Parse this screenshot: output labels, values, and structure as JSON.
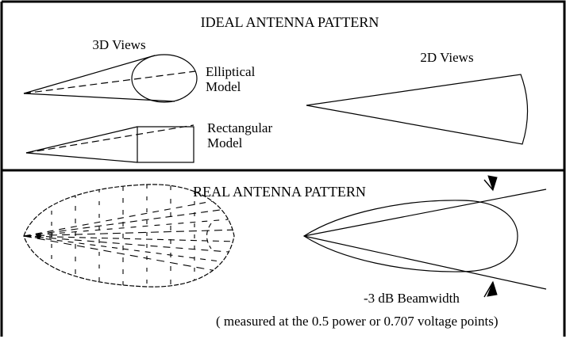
{
  "ideal": {
    "title": "IDEAL ANTENNA PATTERN",
    "views_3d_label": "3D Views",
    "views_2d_label": "2D Views",
    "elliptical_label_1": "Elliptical",
    "elliptical_label_2": "Model",
    "rectangular_label_1": "Rectangular",
    "rectangular_label_2": "Model"
  },
  "real": {
    "title": "REAL ANTENNA PATTERN",
    "beamwidth_label": "-3 dB Beamwidth",
    "beamwidth_note": "( measured at the 0.5 power or 0.707 voltage points)"
  }
}
